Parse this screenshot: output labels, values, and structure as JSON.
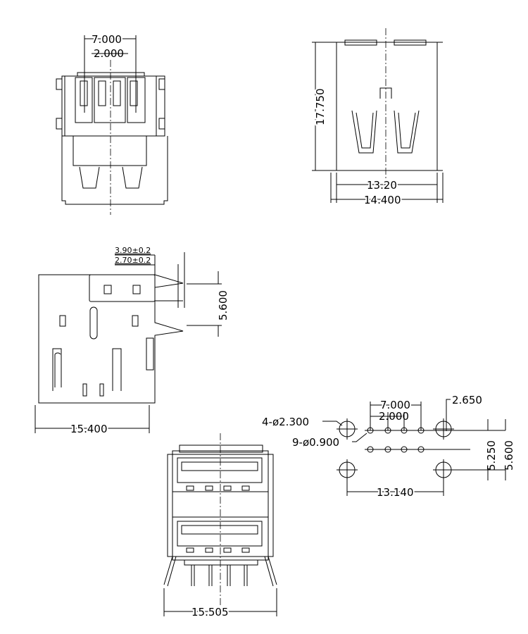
{
  "colors": {
    "line": "#000000",
    "background": "#ffffff"
  },
  "front_view": {
    "dim_pitch_total": "7.000",
    "dim_pitch": "2.000"
  },
  "top_view": {
    "dim_height": "17.750",
    "dim_inner_width": "13.20",
    "dim_outer_width": "14.400"
  },
  "side_view": {
    "dim_a": "3.90±0.2",
    "dim_b": "2.70±0.2",
    "dim_pin_spacing": "5.600",
    "dim_length": "15.400"
  },
  "bottom_view": {
    "dim_width": "15.505"
  },
  "footprint": {
    "mount_holes": "4-ø2.300",
    "pin_holes": "9-ø0.900",
    "dim_pitch_total": "7.000",
    "dim_pitch": "2.000",
    "dim_offset": "2.650",
    "dim_row": "5.250",
    "dim_hole_row": "5.600",
    "dim_hole_span": "13.140"
  }
}
